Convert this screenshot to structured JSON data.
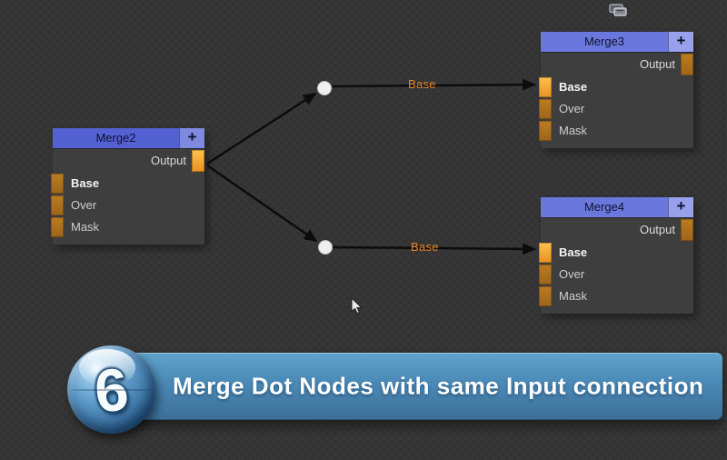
{
  "nodes": [
    {
      "title": "Merge2",
      "plus_label": "+",
      "output_label": "Output",
      "inputs": [
        "Base",
        "Over",
        "Mask"
      ]
    },
    {
      "title": "Merge3",
      "plus_label": "+",
      "output_label": "Output",
      "inputs": [
        "Base",
        "Over",
        "Mask"
      ]
    },
    {
      "title": "Merge4",
      "plus_label": "+",
      "output_label": "Output",
      "inputs": [
        "Base",
        "Over",
        "Mask"
      ]
    }
  ],
  "connections": [
    {
      "from": "Merge2 Output",
      "via": "dot",
      "to": "Merge3 Base",
      "label": "Base"
    },
    {
      "from": "Merge2 Output",
      "via": "dot",
      "to": "Merge4 Base",
      "label": "Base"
    }
  ],
  "banner": {
    "number": "6",
    "title": "Merge Dot Nodes with same Input connection"
  },
  "icons": {
    "top_right": "copy-paste-icon",
    "pointer": "arrow-cursor"
  },
  "colors": {
    "background": "#363636",
    "node_body": "#3e3e3e",
    "titlebar_blue": "#5361d2",
    "titlebar_blue_light": "#6a78de",
    "plus_blue": "#7f89e0",
    "port_orange": "#ad721d",
    "port_orange_bright": "#f5a123",
    "wire_black": "#0c0c0c",
    "wire_label_orange": "#ea8226",
    "banner_blue": "#4a89b6",
    "banner_text": "#ffffff"
  }
}
